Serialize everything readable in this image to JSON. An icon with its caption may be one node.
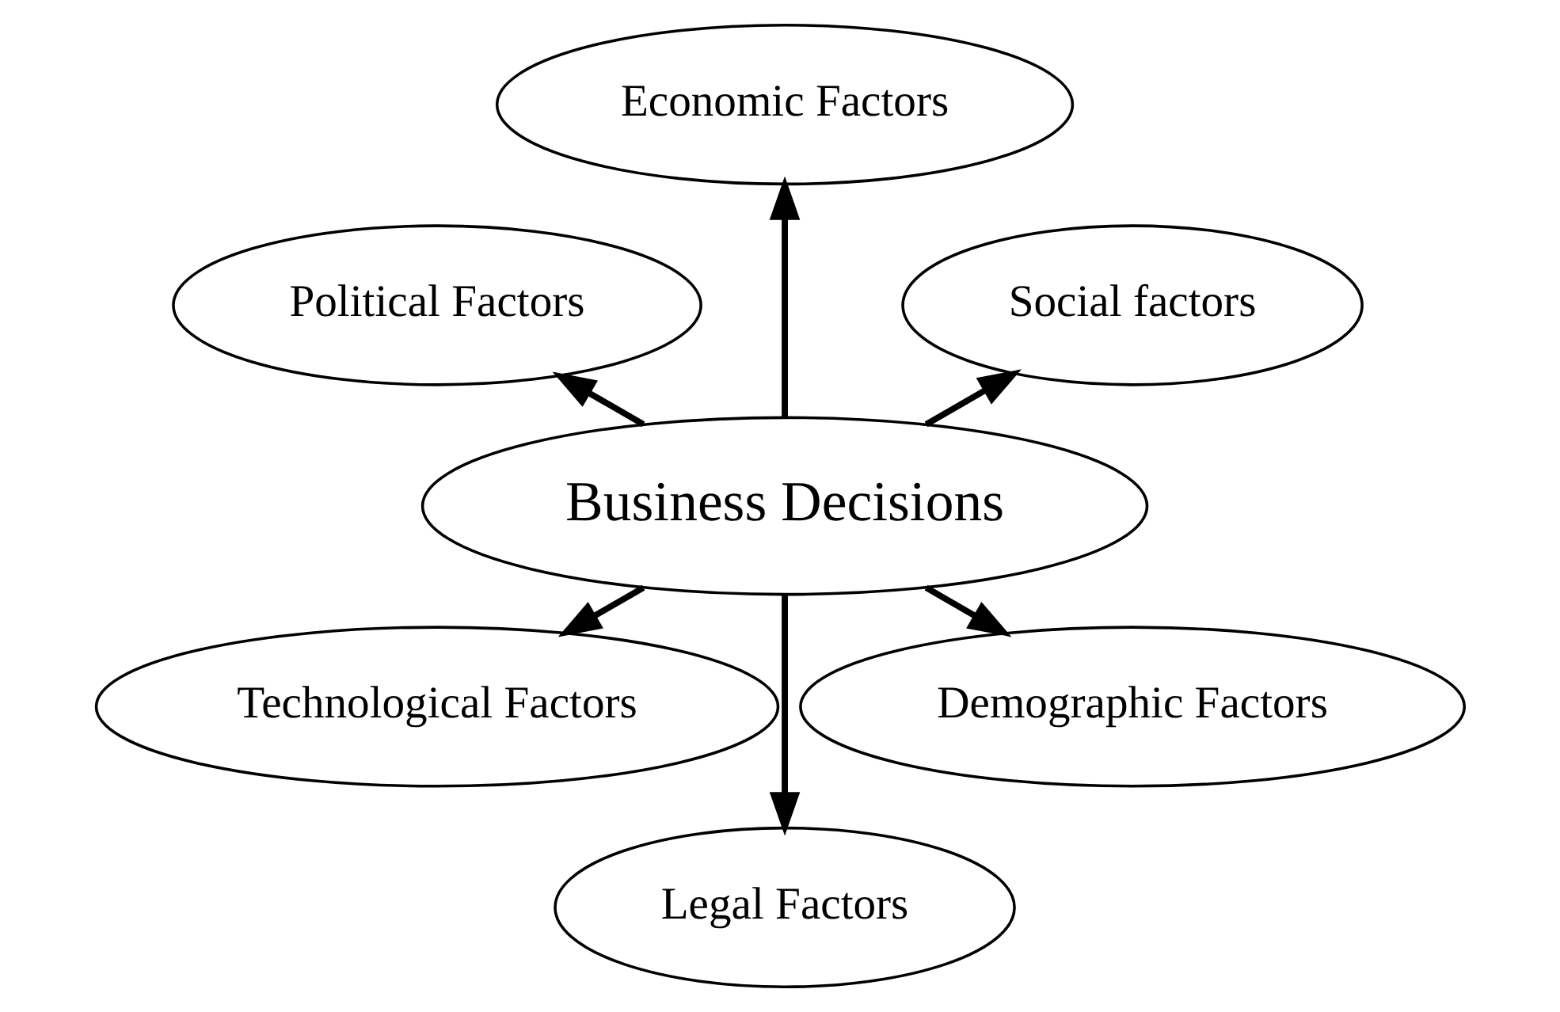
{
  "diagram": {
    "nodes": [
      {
        "text": [
          "Business Decisions"
        ]
      },
      {
        "text": [
          "Social factors"
        ]
      },
      {
        "text": [
          "Economic Factors"
        ]
      },
      {
        "text": [
          "Political Factors"
        ]
      },
      {
        "text": [
          "Technological Factors"
        ]
      },
      {
        "text": [
          "Legal Factors"
        ]
      },
      {
        "text": [
          "Demographic Factors"
        ]
      }
    ],
    "edges": [
      {
        "from": 0,
        "to": 1,
        "arrow": "to"
      },
      {
        "from": 0,
        "to": 2,
        "arrow": "to"
      },
      {
        "from": 0,
        "to": 3,
        "arrow": "to"
      },
      {
        "from": 0,
        "to": 4,
        "arrow": "to"
      },
      {
        "from": 0,
        "to": 5,
        "arrow": "to"
      },
      {
        "from": 0,
        "to": 6,
        "arrow": "to"
      }
    ]
  }
}
